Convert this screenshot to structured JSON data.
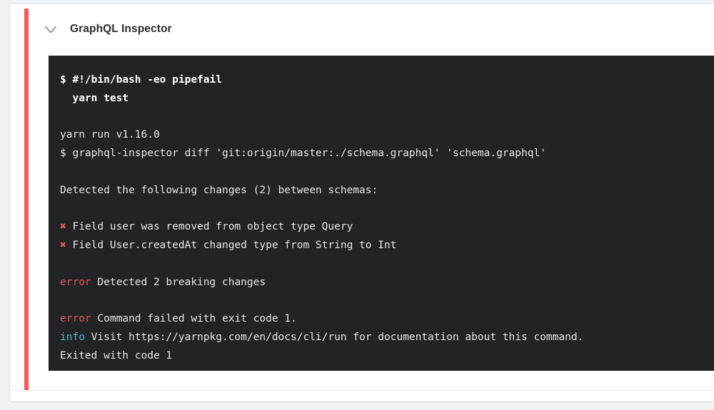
{
  "theme": {
    "page_background": "#f1f2f3",
    "card_background": "#ffffff",
    "status_bar_color": "#f15b5b",
    "terminal_background": "#222324",
    "terminal_text": "#e6e6e6",
    "error_color": "#e05561",
    "info_color": "#4bb8c9",
    "mark_color": "#e9545e",
    "title_color": "#2b2b2b"
  },
  "step": {
    "toggle_icon": "chevron-down-icon",
    "title": "GraphQL Inspector",
    "status": "failed"
  },
  "terminal": {
    "lines": [
      {
        "type": "command",
        "segments": [
          {
            "style": "bold",
            "text": "$ #!/bin/bash -eo pipefail"
          }
        ]
      },
      {
        "type": "command",
        "segments": [
          {
            "style": "bold",
            "text": "  yarn test"
          }
        ]
      },
      {
        "type": "blank",
        "segments": [
          {
            "style": "plain",
            "text": ""
          }
        ]
      },
      {
        "type": "output",
        "segments": [
          {
            "style": "plain",
            "text": "yarn run v1.16.0"
          }
        ]
      },
      {
        "type": "output",
        "segments": [
          {
            "style": "plain",
            "text": "$ graphql-inspector diff 'git:origin/master:./schema.graphql' 'schema.graphql'"
          }
        ]
      },
      {
        "type": "blank",
        "segments": [
          {
            "style": "plain",
            "text": ""
          }
        ]
      },
      {
        "type": "output",
        "segments": [
          {
            "style": "plain",
            "text": "Detected the following changes (2) between schemas:"
          }
        ]
      },
      {
        "type": "blank",
        "segments": [
          {
            "style": "plain",
            "text": ""
          }
        ]
      },
      {
        "type": "change",
        "segments": [
          {
            "style": "mark",
            "text": "✖"
          },
          {
            "style": "plain",
            "text": " Field user was removed from object type Query"
          }
        ]
      },
      {
        "type": "change",
        "segments": [
          {
            "style": "mark",
            "text": "✖"
          },
          {
            "style": "plain",
            "text": " Field User.createdAt changed type from String to Int"
          }
        ]
      },
      {
        "type": "blank",
        "segments": [
          {
            "style": "plain",
            "text": ""
          }
        ]
      },
      {
        "type": "error",
        "segments": [
          {
            "style": "error",
            "text": "error"
          },
          {
            "style": "plain",
            "text": " Detected 2 breaking changes"
          }
        ]
      },
      {
        "type": "blank",
        "segments": [
          {
            "style": "plain",
            "text": ""
          }
        ]
      },
      {
        "type": "error",
        "segments": [
          {
            "style": "error",
            "text": "error"
          },
          {
            "style": "plain",
            "text": " Command failed with exit code 1."
          }
        ]
      },
      {
        "type": "info",
        "segments": [
          {
            "style": "info",
            "text": "info"
          },
          {
            "style": "plain",
            "text": " Visit https://yarnpkg.com/en/docs/cli/run for documentation about this command."
          }
        ]
      },
      {
        "type": "output",
        "segments": [
          {
            "style": "plain",
            "text": "Exited with code 1"
          }
        ]
      }
    ]
  }
}
